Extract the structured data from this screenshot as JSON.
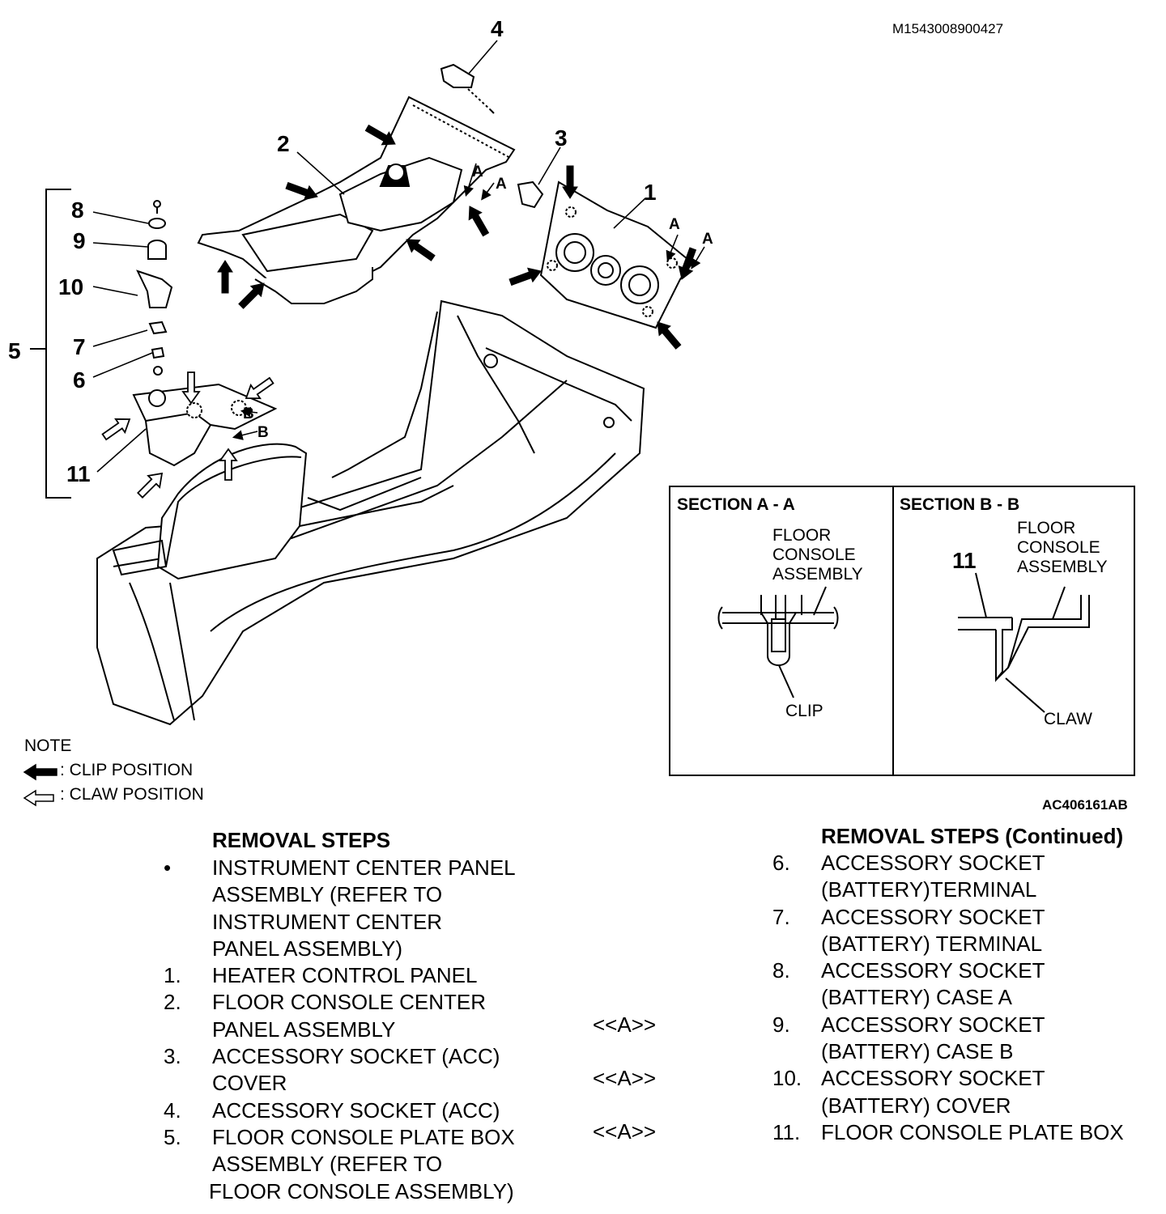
{
  "figure_id": "M1543008900427",
  "drawing_id": "AC406161AB",
  "callouts": [
    "1",
    "2",
    "3",
    "4",
    "5",
    "6",
    "7",
    "8",
    "9",
    "10",
    "11"
  ],
  "section_marks": {
    "a": "A",
    "b": "B"
  },
  "note": {
    "title": "NOTE",
    "clip": ": CLIP POSITION",
    "claw": ": CLAW POSITION"
  },
  "section_aa": {
    "title": "SECTION A - A",
    "label_lines": [
      "FLOOR",
      "CONSOLE",
      "ASSEMBLY"
    ],
    "clip": "CLIP"
  },
  "section_bb": {
    "title": "SECTION B - B",
    "label_lines": [
      "FLOOR",
      "CONSOLE",
      "ASSEMBLY"
    ],
    "part": "11",
    "claw": "CLAW"
  },
  "removal_steps": {
    "title": "REMOVAL STEPS",
    "items": [
      {
        "num": "•",
        "lines": [
          "INSTRUMENT CENTER PANEL",
          "ASSEMBLY (REFER TO",
          "INSTRUMENT  CENTER",
          "PANEL ASSEMBLY)"
        ],
        "ref": ""
      },
      {
        "num": "1.",
        "lines": [
          "HEATER CONTROL PANEL"
        ],
        "ref": ""
      },
      {
        "num": "2.",
        "lines": [
          "FLOOR CONSOLE CENTER",
          "PANEL ASSEMBLY"
        ],
        "ref": "<<A>>"
      },
      {
        "num": "3.",
        "lines": [
          "ACCESSORY SOCKET (ACC)",
          "COVER"
        ],
        "ref": "<<A>>"
      },
      {
        "num": "4.",
        "lines": [
          "ACCESSORY SOCKET (ACC)"
        ],
        "ref": ""
      },
      {
        "num": "5.",
        "lines": [
          "FLOOR CONSOLE PLATE BOX",
          "ASSEMBLY (REFER TO",
          "FLOOR CONSOLE  ASSEMBLY)"
        ],
        "ref": "<<A>>"
      }
    ]
  },
  "removal_steps_continued": {
    "title": "REMOVAL STEPS (Continued)",
    "items": [
      {
        "num": "6.",
        "lines": [
          "ACCESSORY SOCKET",
          "(BATTERY)TERMINAL"
        ]
      },
      {
        "num": "7.",
        "lines": [
          "ACCESSORY SOCKET",
          "(BATTERY) TERMINAL"
        ]
      },
      {
        "num": "8.",
        "lines": [
          "ACCESSORY SOCKET",
          "(BATTERY) CASE A"
        ]
      },
      {
        "num": "9.",
        "lines": [
          "ACCESSORY SOCKET",
          "(BATTERY) CASE B"
        ]
      },
      {
        "num": "10.",
        "lines": [
          "ACCESSORY SOCKET",
          "(BATTERY) COVER"
        ]
      },
      {
        "num": "11.",
        "lines": [
          "FLOOR CONSOLE PLATE BOX"
        ]
      }
    ]
  }
}
